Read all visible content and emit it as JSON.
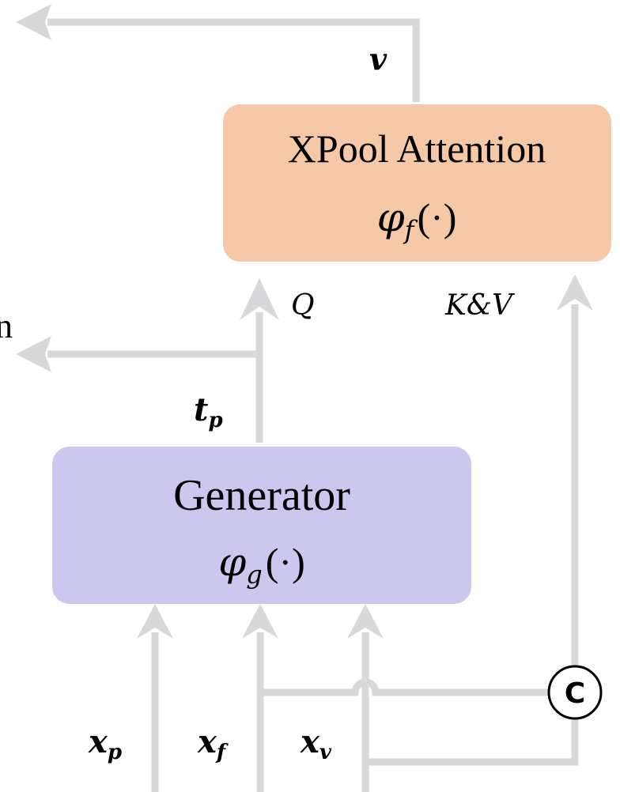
{
  "diagram": {
    "colors": {
      "connector": "#d8d7da",
      "xpool_fill": "#f5c9a8",
      "generator_fill": "#cbc7ee",
      "text": "#000000"
    },
    "partial_edge_text": "n",
    "blocks": {
      "xpool": {
        "title": "XPool Attention",
        "func_symbol": "φ",
        "func_subscript": "f",
        "func_args": "(·)"
      },
      "generator": {
        "title": "Generator",
        "func_symbol": "φ",
        "func_subscript": "g",
        "func_args": "(·)"
      }
    },
    "labels": {
      "output_v": "v",
      "t_p": {
        "base": "t",
        "sub": "p"
      },
      "query": "Q",
      "key_value": "K&V",
      "x_p": {
        "base": "x",
        "sub": "p"
      },
      "x_f": {
        "base": "x",
        "sub": "f"
      },
      "x_v": {
        "base": "x",
        "sub": "v"
      },
      "concat": "C"
    },
    "edges": [
      {
        "from": "xpool",
        "to": "left-output",
        "label": "v"
      },
      {
        "from": "generator",
        "to": "xpool",
        "label": "Q"
      },
      {
        "from": "generator",
        "to": "left-output",
        "label": "t_p"
      },
      {
        "from": "concat",
        "to": "xpool",
        "label": "K&V"
      },
      {
        "from": "x_p",
        "to": "generator"
      },
      {
        "from": "x_f",
        "to": "generator"
      },
      {
        "from": "x_v",
        "to": "generator"
      },
      {
        "from": "x_f",
        "to": "concat"
      },
      {
        "from": "x_v",
        "to": "concat"
      }
    ]
  }
}
